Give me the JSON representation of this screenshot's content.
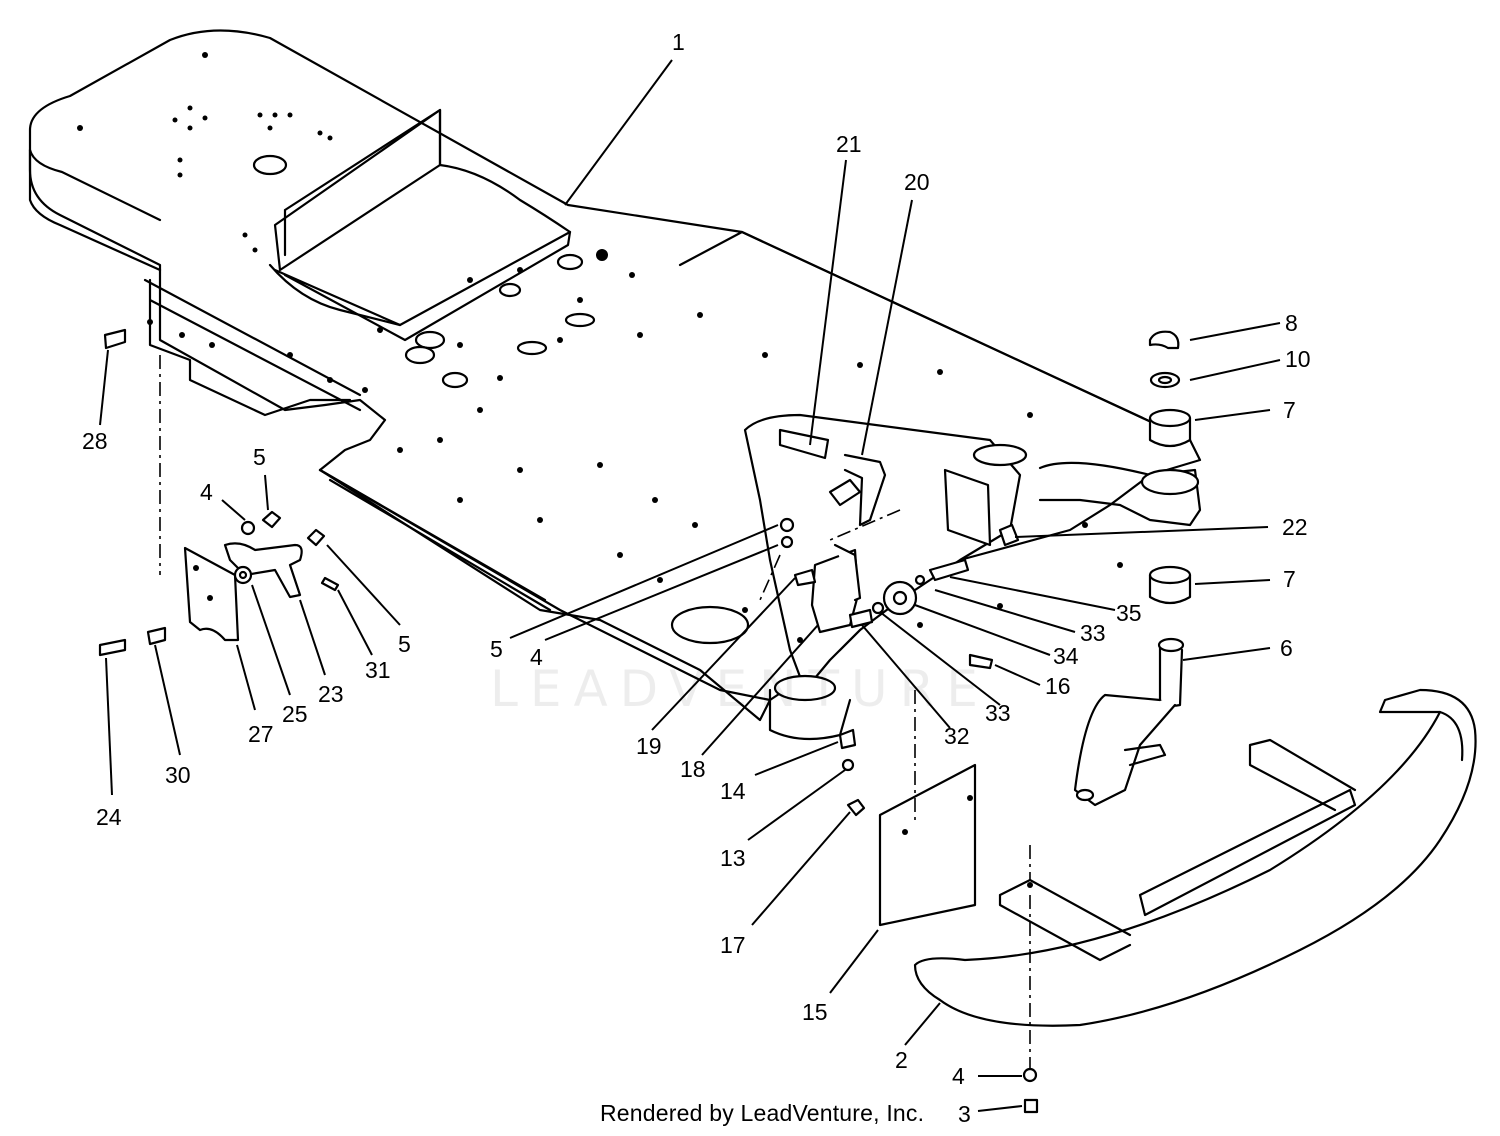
{
  "diagram": {
    "callouts": {
      "c1": "1",
      "c2": "2",
      "c3": "3",
      "c4a": "4",
      "c4b": "4",
      "c4c": "4",
      "c5a": "5",
      "c5b": "5",
      "c5c": "5",
      "c6": "6",
      "c7a": "7",
      "c7b": "7",
      "c8": "8",
      "c10": "10",
      "c13": "13",
      "c14": "14",
      "c15": "15",
      "c16": "16",
      "c17": "17",
      "c18": "18",
      "c19": "19",
      "c20": "20",
      "c21": "21",
      "c22": "22",
      "c23": "23",
      "c24": "24",
      "c25": "25",
      "c27": "27",
      "c28": "28",
      "c30": "30",
      "c31": "31",
      "c32": "32",
      "c33a": "33",
      "c33b": "33",
      "c34": "34",
      "c35": "35"
    },
    "watermark": "LEADVENTURE",
    "footer_credit": "Rendered by LeadVenture, Inc."
  }
}
